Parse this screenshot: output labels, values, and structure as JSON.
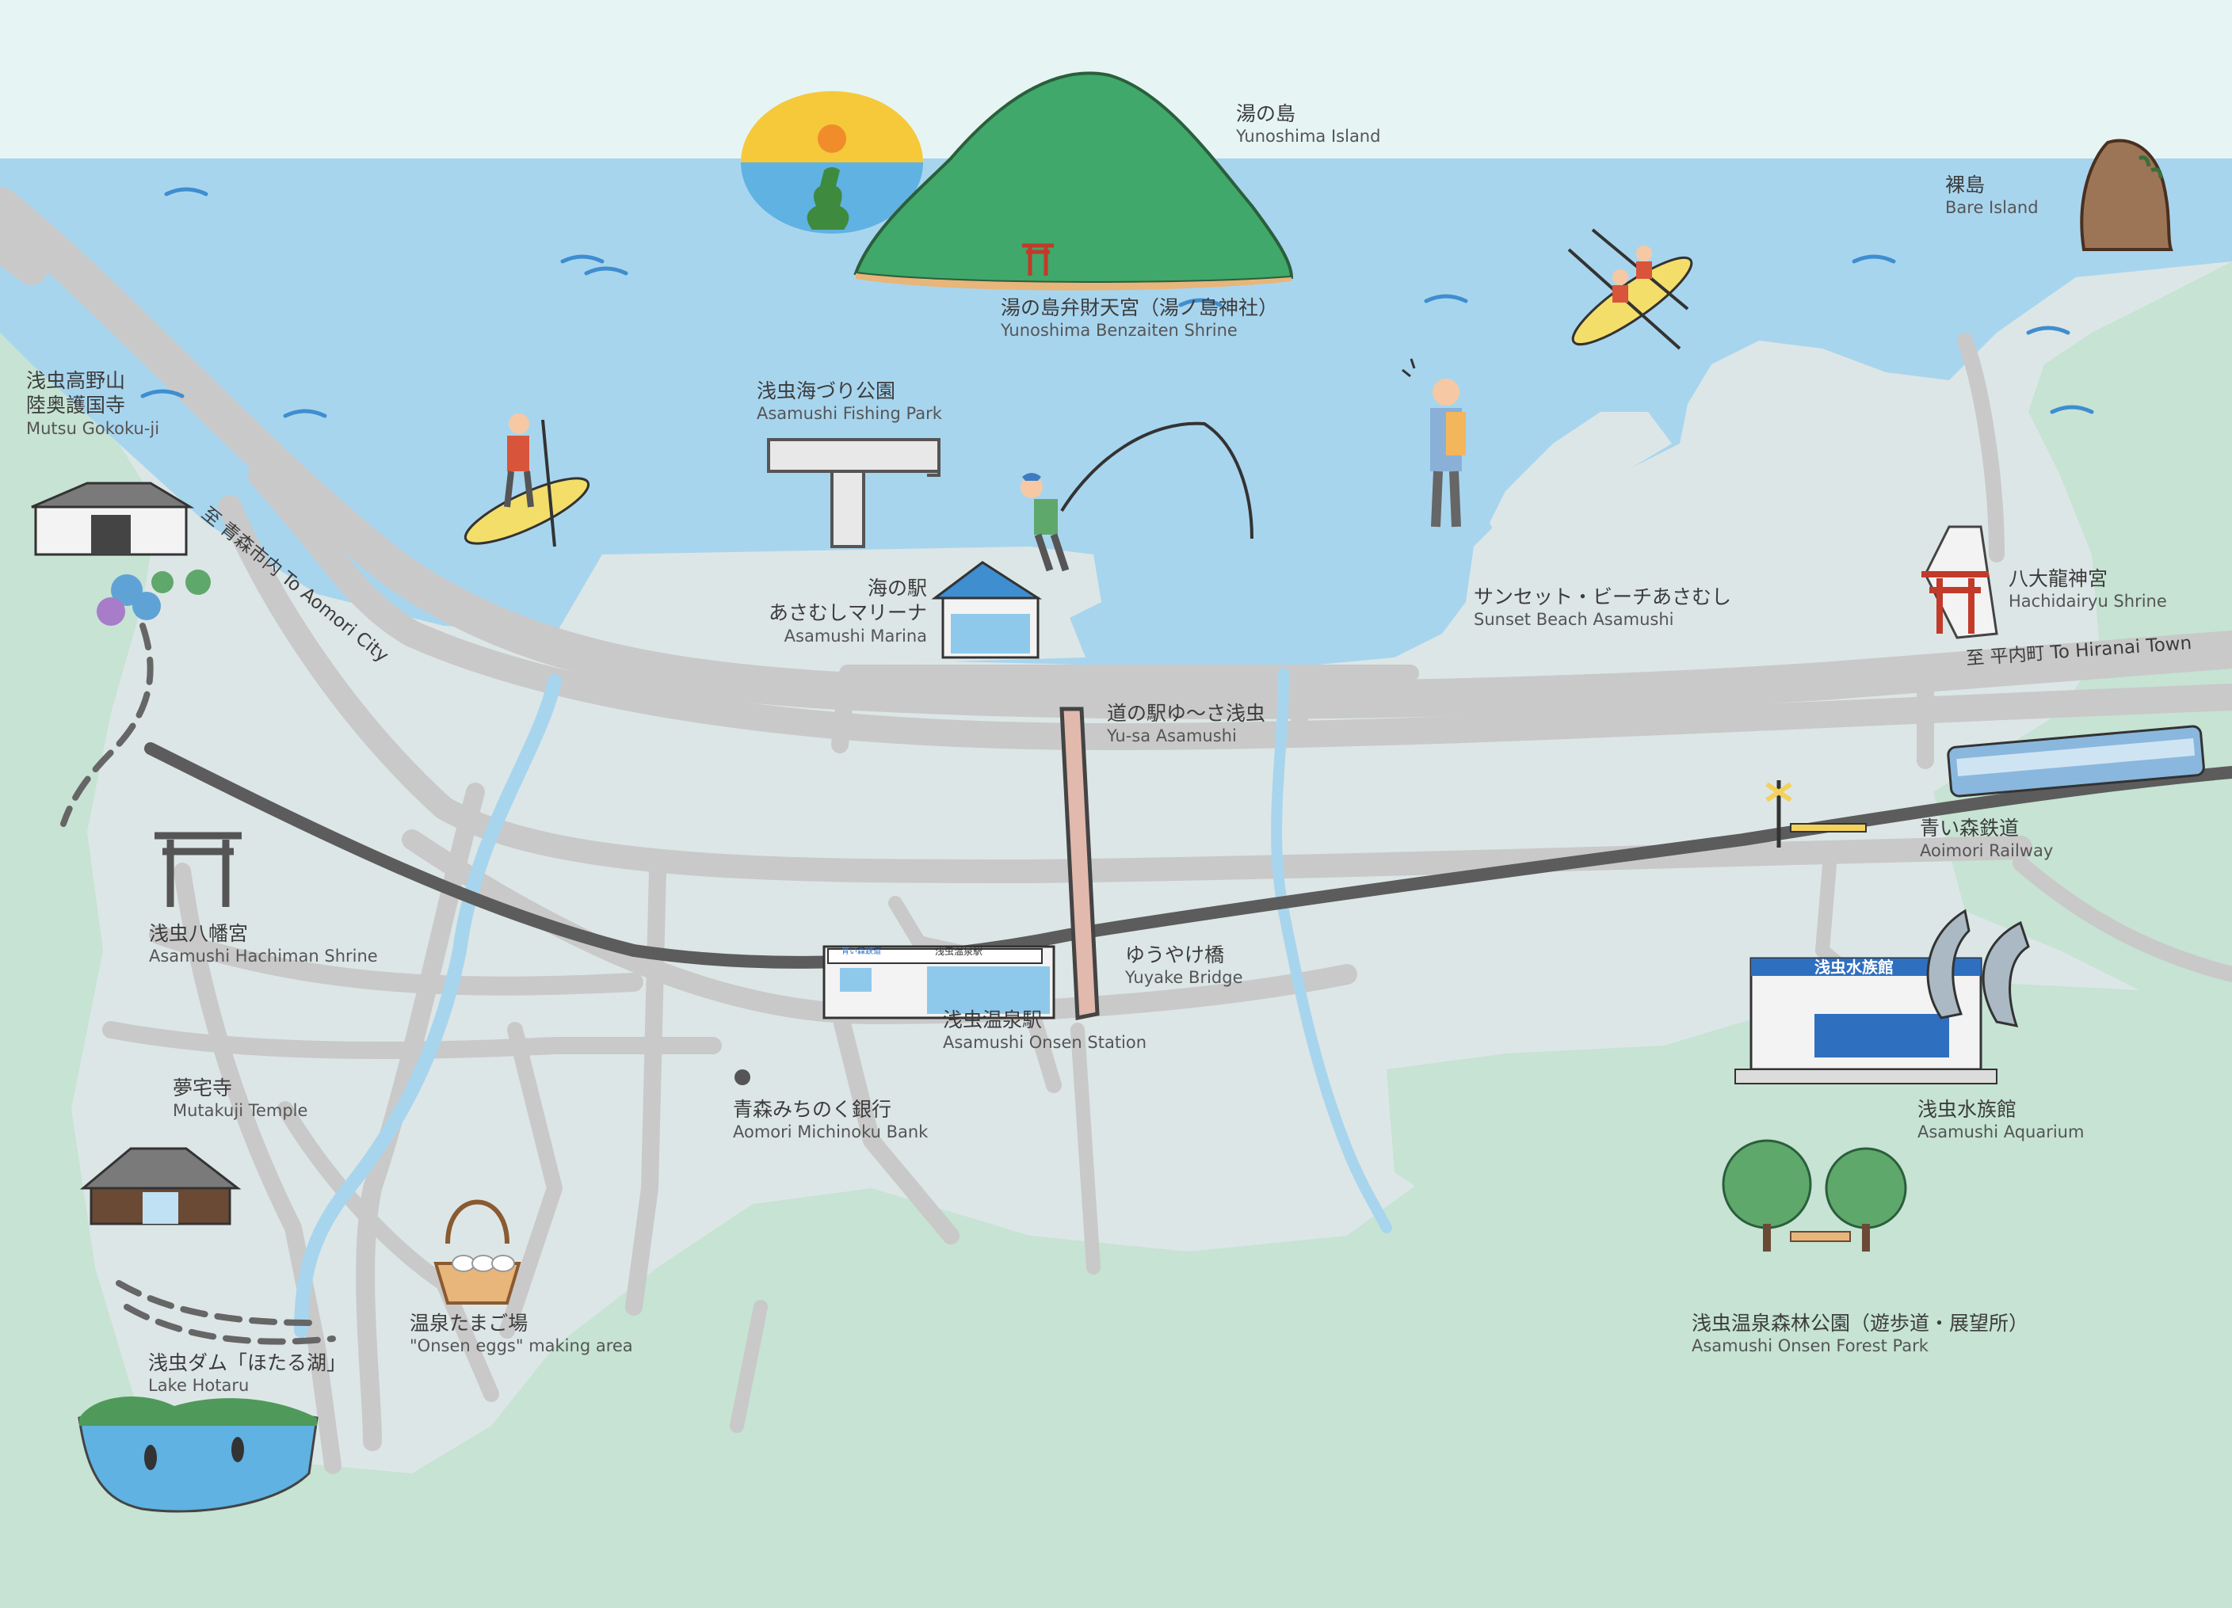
{
  "colors": {
    "sky": "#e6f5f4",
    "sea": "#a8d5ee",
    "land": "#dde6e6",
    "forest": "#c6e3d4",
    "road": "#c9c9c9",
    "railway": "#5c5c5c",
    "river": "#a8d5ee"
  },
  "roads": {
    "to_aomori": "至 青森市内 To Aomori City",
    "to_hiranai": "至 平内町 To Hiranai Town"
  },
  "places": {
    "yunoshima": {
      "ja": "湯の島",
      "en": "Yunoshima Island"
    },
    "benzaiten": {
      "ja": "湯の島弁財天宮（湯ノ島神社）",
      "en": "Yunoshima Benzaiten Shrine"
    },
    "bare_island": {
      "ja": "裸島",
      "en": "Bare Island"
    },
    "gokokuji": {
      "ja1": "浅虫高野山",
      "ja2": "陸奥護国寺",
      "en": "Mutsu Gokoku-ji"
    },
    "fishing_park": {
      "ja": "浅虫海づり公園",
      "en": "Asamushi Fishing Park"
    },
    "marina": {
      "ja1": "海の駅",
      "ja2": "あさむしマリーナ",
      "en": "Asamushi Marina"
    },
    "sunset_beach": {
      "ja": "サンセット・ビーチあさむし",
      "en": "Sunset Beach Asamushi"
    },
    "hachidairyu": {
      "ja": "八大龍神宮",
      "en": "Hachidairyu Shrine"
    },
    "yusa": {
      "ja": "道の駅ゆ〜さ浅虫",
      "en": "Yu-sa Asamushi"
    },
    "aoimori": {
      "ja": "青い森鉄道",
      "en": "Aoimori Railway"
    },
    "hachiman": {
      "ja": "浅虫八幡宮",
      "en": "Asamushi Hachiman Shrine"
    },
    "yuyake": {
      "ja": "ゆうやけ橋",
      "en": "Yuyake Bridge"
    },
    "station": {
      "ja": "浅虫温泉駅",
      "en": "Asamushi Onsen Station"
    },
    "aquarium": {
      "ja": "浅虫水族館",
      "en": "Asamushi Aquarium"
    },
    "mutakuji": {
      "ja": "夢宅寺",
      "en": "Mutakuji Temple"
    },
    "bank": {
      "ja": "青森みちのく銀行",
      "en": "Aomori Michinoku Bank"
    },
    "onsen_eggs": {
      "ja": "温泉たまご場",
      "en": "\"Onsen eggs\" making area"
    },
    "lake_hotaru": {
      "ja": "浅虫ダム「ほたる湖」",
      "en": "Lake Hotaru"
    },
    "forest_park": {
      "ja": "浅虫温泉森林公園（遊歩道・展望所）",
      "en": "Asamushi Onsen Forest Park"
    }
  },
  "signs": {
    "station_sign": "浅虫温泉駅",
    "station_sign_small": "青い森鉄道",
    "aquarium_sign": "浅虫水族館"
  }
}
